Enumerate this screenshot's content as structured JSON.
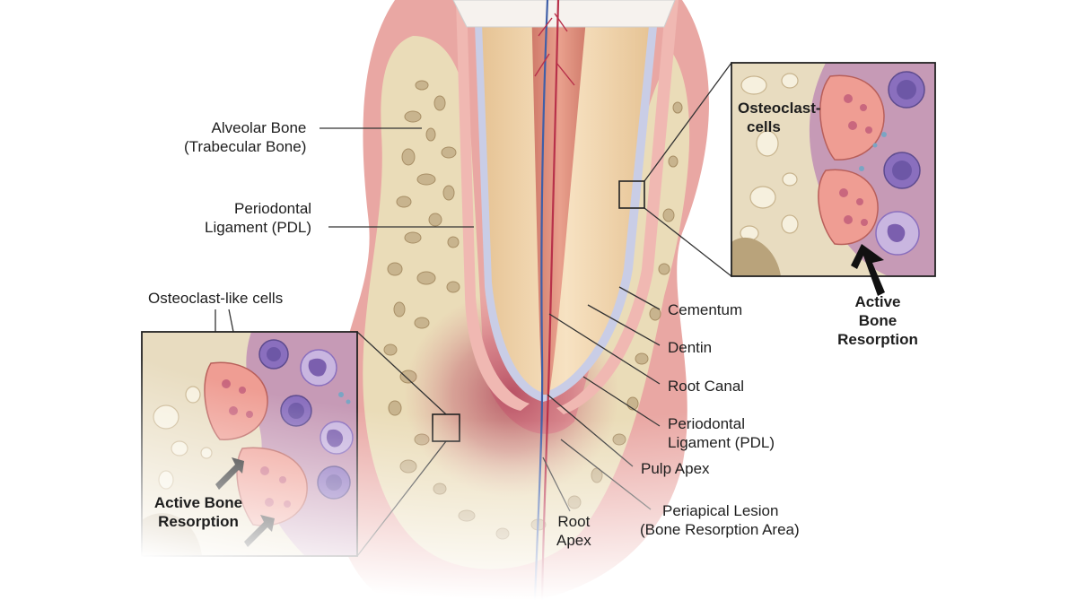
{
  "labels": {
    "alveolar_bone": [
      "Alveolar Bone",
      "(Trabecular Bone)"
    ],
    "pdl_left": [
      "Periodontal",
      "Ligament (PDL)"
    ],
    "osteoclast_like": "Osteoclast-like cells",
    "cementum": "Cementum",
    "dentin": "Dentin",
    "root_canal": "Root Canal",
    "pdl_right": [
      "Periodontal",
      "Ligament (PDL)"
    ],
    "pulp_apex": "Pulp Apex",
    "periapical_lesion": [
      "Periapical Lesion",
      "(Bone Resorption Area)"
    ],
    "root_apex": [
      "Root",
      "Apex"
    ],
    "inset_right_title": [
      "Osteoclast-",
      "cells"
    ],
    "inset_right_caption": [
      "Active",
      "Bone",
      "Resorption"
    ],
    "inset_left_caption": [
      "Active Bone",
      "Resorption"
    ]
  },
  "colors": {
    "gum": "#e9a7a3",
    "bone": "#eadcb8",
    "trabecular": "#c8b48e",
    "dentin": "#efd0a6",
    "pulp": "#dc8f7e",
    "lesion": "#b8475c",
    "osteoclast": "#ef9d93",
    "lymphocyte": "#8a6fbe",
    "tissue": "#d9bdd2"
  }
}
